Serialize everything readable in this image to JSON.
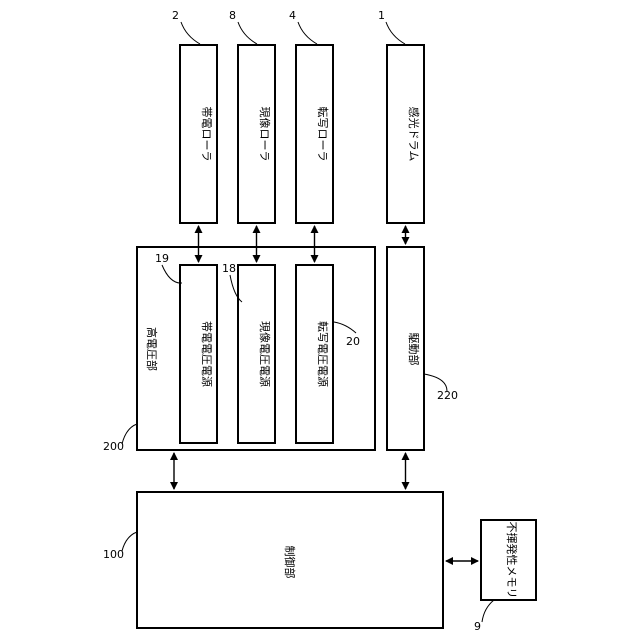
{
  "blocks": {
    "charging_roller": "帯電ローラ",
    "developing_roller": "現像ローラ",
    "transfer_roller": "転写ローラ",
    "photosensitive_drum": "感光ドラム",
    "high_voltage_unit": "高電圧部",
    "charging_power": "帯電電圧電源",
    "developing_power": "現像電圧電源",
    "transfer_power": "転写電圧電源",
    "drive_unit": "駆動部",
    "control_unit": "制御部",
    "nonvolatile_memory": "不揮発性メモリ"
  },
  "refs": {
    "charging_roller": "2",
    "developing_roller": "8",
    "transfer_roller": "4",
    "photosensitive_drum": "1",
    "charging_power": "19",
    "developing_power": "18",
    "transfer_power": "20",
    "high_voltage_unit": "200",
    "drive_unit": "220",
    "control_unit": "100",
    "nonvolatile_memory": "9"
  }
}
